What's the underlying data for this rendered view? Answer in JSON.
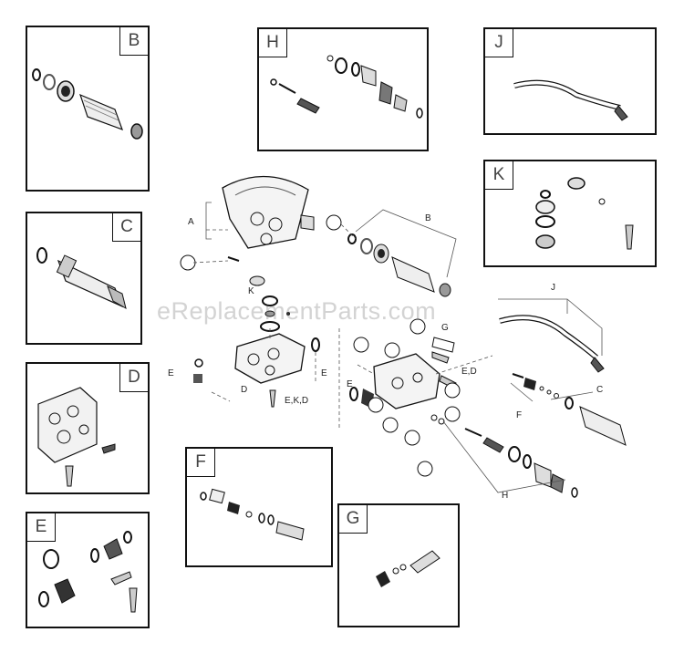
{
  "panels": {
    "B": {
      "letter": "B"
    },
    "C": {
      "letter": "C"
    },
    "D": {
      "letter": "D"
    },
    "E": {
      "letter": "E"
    },
    "F": {
      "letter": "F"
    },
    "G": {
      "letter": "G"
    },
    "H": {
      "letter": "H"
    },
    "J": {
      "letter": "J"
    },
    "K": {
      "letter": "K"
    }
  },
  "watermark": "eReplacementParts.com",
  "callouts": {
    "A": "A",
    "B": "B",
    "C": "C",
    "D": "D",
    "E_left": "E",
    "E_mid": "E",
    "E_right": "E",
    "EKD": "E,K,D",
    "ED": "E,D",
    "F": "F",
    "G": "G",
    "H": "H",
    "J": "J",
    "K": "K"
  }
}
